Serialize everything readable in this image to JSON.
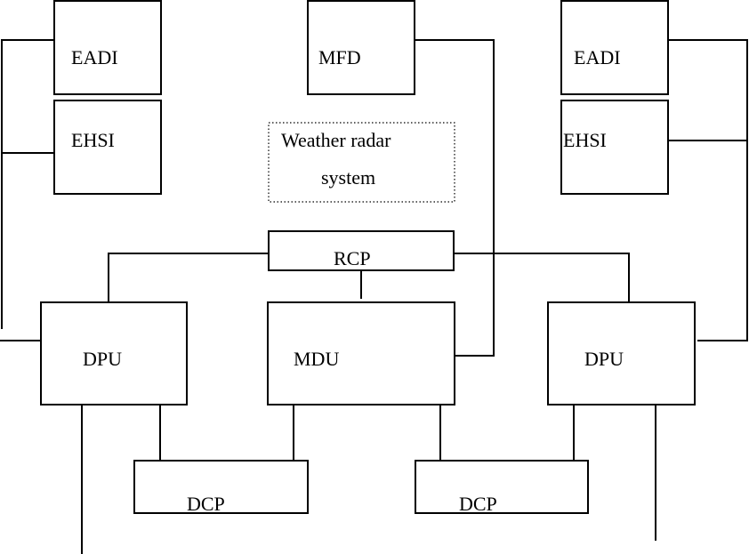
{
  "diagram": {
    "left_eadi": "EADI",
    "left_ehsi": "EHSI",
    "mfd": "MFD",
    "right_eadi": "EADI",
    "right_ehsi": "EHSI",
    "weather_radar_line1": "Weather radar",
    "weather_radar_line2": "system",
    "rcp": "RCP",
    "left_dpu": "DPU",
    "mdu": "MDU",
    "right_dpu": "DPU",
    "left_dcp": "DCP",
    "right_dcp": "DCP"
  },
  "colors": {
    "line": "#000000",
    "background": "#ffffff"
  }
}
